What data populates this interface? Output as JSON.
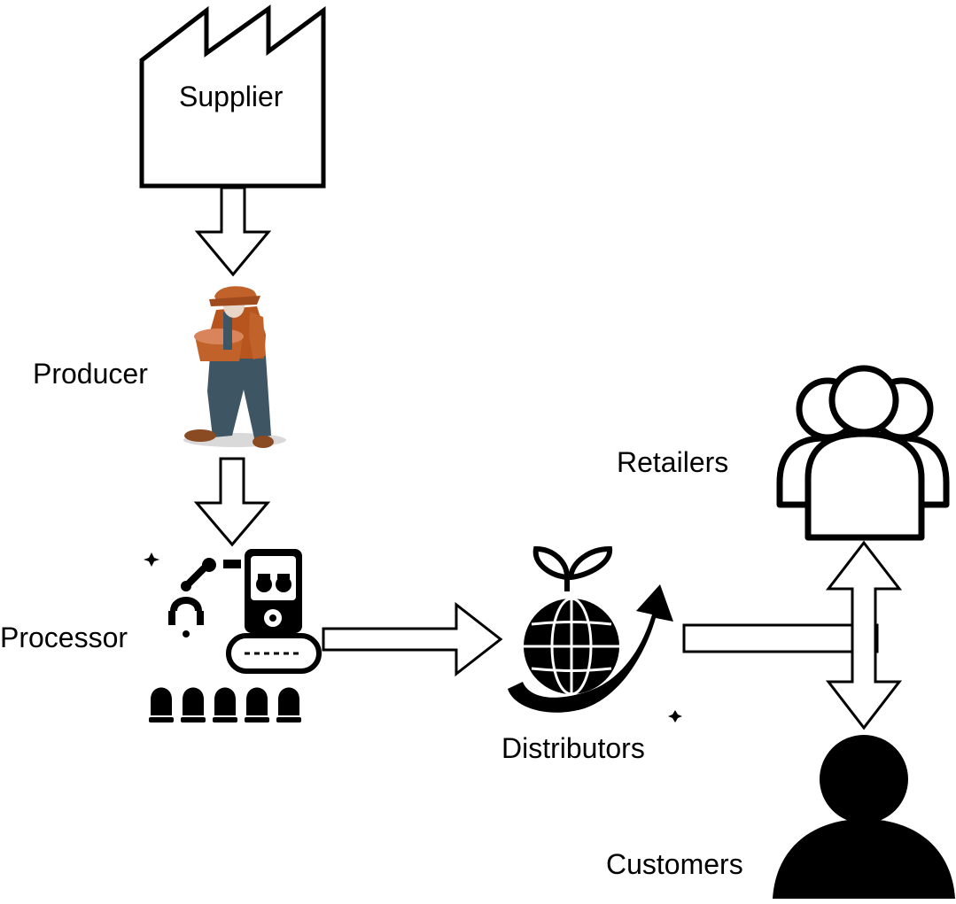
{
  "nodes": {
    "supplier": {
      "label": "Supplier",
      "icon": "factory-icon"
    },
    "producer": {
      "label": "Producer",
      "icon": "farmer-icon"
    },
    "processor": {
      "label": "Processor",
      "icon": "processing-machine-icon"
    },
    "distributors": {
      "label": "Distributors",
      "icon": "globe-growth-icon"
    },
    "retailers": {
      "label": "Retailers",
      "icon": "group-icon"
    },
    "customers": {
      "label": "Customers",
      "icon": "person-icon"
    }
  },
  "edges": [
    {
      "from": "supplier",
      "to": "producer",
      "style": "hollow-arrow"
    },
    {
      "from": "producer",
      "to": "processor",
      "style": "hollow-arrow"
    },
    {
      "from": "processor",
      "to": "distributors",
      "style": "hollow-arrow"
    },
    {
      "from": "distributors",
      "to": "retailers",
      "style": "hollow-arrow"
    },
    {
      "from": "distributors",
      "to": "customers",
      "style": "hollow-arrow"
    }
  ],
  "colors": {
    "ink": "#000000",
    "farmer_hat": "#c0622a",
    "farmer_shirt": "#b8551f",
    "farmer_pants": "#3e5563",
    "farmer_skin": "#e8d6c8"
  }
}
